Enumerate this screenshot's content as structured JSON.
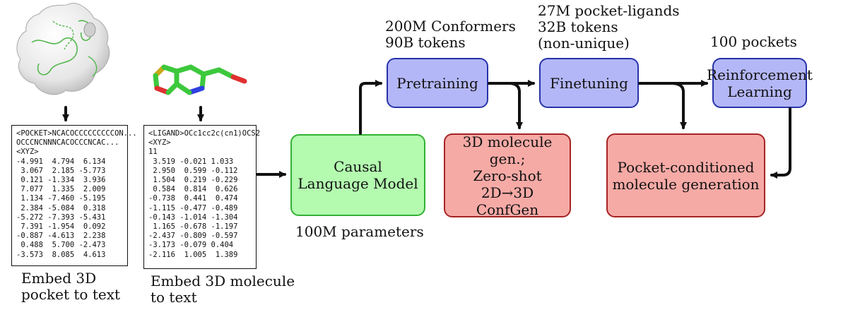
{
  "pocket": {
    "lines": [
      "<POCKET>NCACOCCCCCCCCCON...",
      "OCCCNCNNNCACOCCCNCAC...",
      "<XYZ>",
      "-4.991  4.794  6.134",
      " 3.067  2.185 -5.773",
      " 0.121 -1.334  3.936",
      " 7.077  1.335  2.009",
      " 1.134 -7.460 -5.195",
      " 2.384 -5.084  0.318",
      "-5.272 -7.393 -5.431",
      " 7.391 -1.954  0.092",
      "-0.887 -4.613  2.238",
      " 0.488  5.700 -2.473",
      "-3.573  8.085  4.613"
    ],
    "caption": [
      "Embed 3D",
      "pocket to text"
    ]
  },
  "ligand": {
    "lines": [
      "<LIGAND>OCc1cc2c(cn1)OCS2",
      "<XYZ>",
      "11",
      " 3.519 -0.021 1.033",
      " 2.950  0.599 -0.112",
      " 1.504  0.219 -0.229",
      " 0.584  0.814  0.626",
      "-0.738  0.441  0.474",
      "-1.115 -0.477 -0.489",
      "-0.143 -1.014 -1.304",
      " 1.165 -0.678 -1.197",
      "-2.437 -0.809 -0.597",
      "-3.173 -0.079 0.404",
      "-2.116  1.005  1.389"
    ],
    "caption": [
      "Embed 3D molecule",
      "to text"
    ]
  },
  "model": {
    "label": [
      "Causal",
      "Language Model"
    ],
    "params": "100M parameters"
  },
  "pretraining": {
    "label": "Pretraining",
    "data": [
      "200M Conformers",
      "90B tokens"
    ]
  },
  "finetuning": {
    "label": "Finetuning",
    "data": [
      "27M pocket-ligands",
      "32B tokens",
      "(non-unique)"
    ]
  },
  "rl": {
    "label": [
      "Reinforcement",
      "Learning"
    ],
    "data": "100 pockets"
  },
  "gen3d": {
    "label": [
      "3D molecule gen.;",
      "Zero-shot 2D→3D",
      "ConfGen"
    ]
  },
  "pocketgen": {
    "label": [
      "Pocket-conditioned",
      "molecule generation"
    ]
  },
  "colors": {
    "blue_fill": "#b4b7f7",
    "blue_border": "#2733a8",
    "green_fill": "#b4fbb0",
    "green_border": "#33b033",
    "red_fill": "#f6aaa6",
    "red_border": "#a52424",
    "protein_ribbon": "#55b84f",
    "ligand_carbon": "#3cc83c",
    "ligand_oxygen": "#e03030",
    "ligand_sulfur": "#c8a818",
    "ligand_nitrogen": "#3040e0"
  }
}
